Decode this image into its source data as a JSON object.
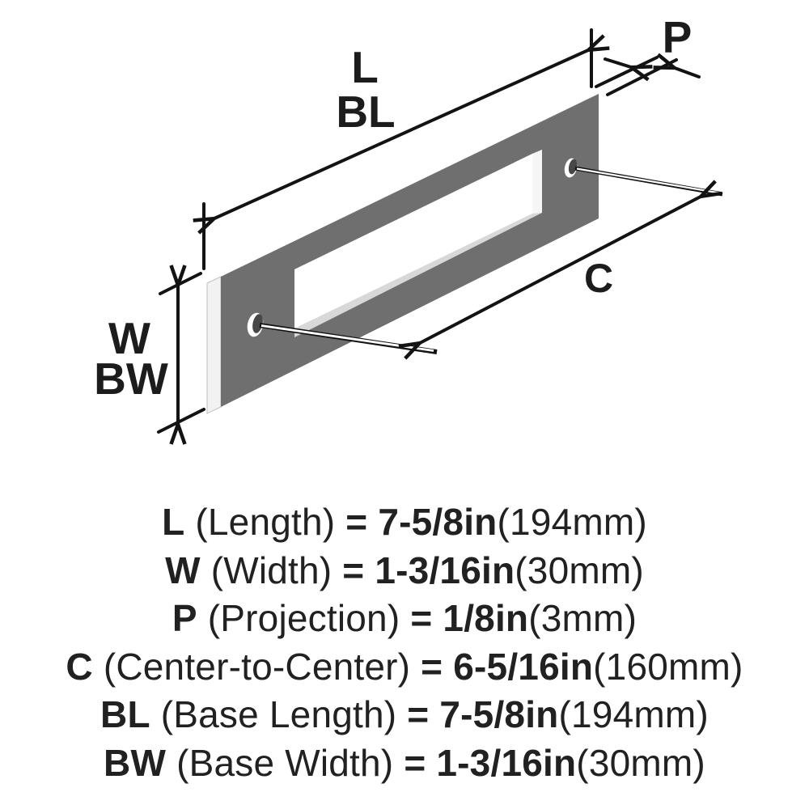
{
  "diagram": {
    "labels": {
      "length": "L",
      "base_length": "BL",
      "projection": "P",
      "center_to_center": "C",
      "width": "W",
      "base_width": "BW"
    }
  },
  "specs": [
    {
      "abbr": "L",
      "name": "(Length)",
      "eq": "=",
      "value": "7-5/8in",
      "metric": "(194mm)"
    },
    {
      "abbr": "W",
      "name": "(Width)",
      "eq": "=",
      "value": "1-3/16in",
      "metric": "(30mm)"
    },
    {
      "abbr": "P",
      "name": "(Projection)",
      "eq": "=",
      "value": "1/8in",
      "metric": "(3mm)"
    },
    {
      "abbr": "C",
      "name": "(Center-to-Center)",
      "eq": "=",
      "value": "6-5/16in",
      "metric": "(160mm)"
    },
    {
      "abbr": "BL",
      "name": "(Base Length)",
      "eq": "=",
      "value": "7-5/8in",
      "metric": "(194mm)"
    },
    {
      "abbr": "BW",
      "name": "(Base Width)",
      "eq": "=",
      "value": "1-3/16in",
      "metric": "(30mm)"
    }
  ],
  "colors": {
    "background": "#ffffff",
    "plate_face": "#6f6f6f",
    "plate_top_edge": "#cdcdcd",
    "plate_side_edge": "#f2f2f2",
    "cutout_wall": "#d8d8d8",
    "cutout_inner_right": "#f6f6f6",
    "cutout_opening": "#ffffff",
    "hole_dark": "#474747",
    "line": "#131313",
    "text": "#212121"
  }
}
